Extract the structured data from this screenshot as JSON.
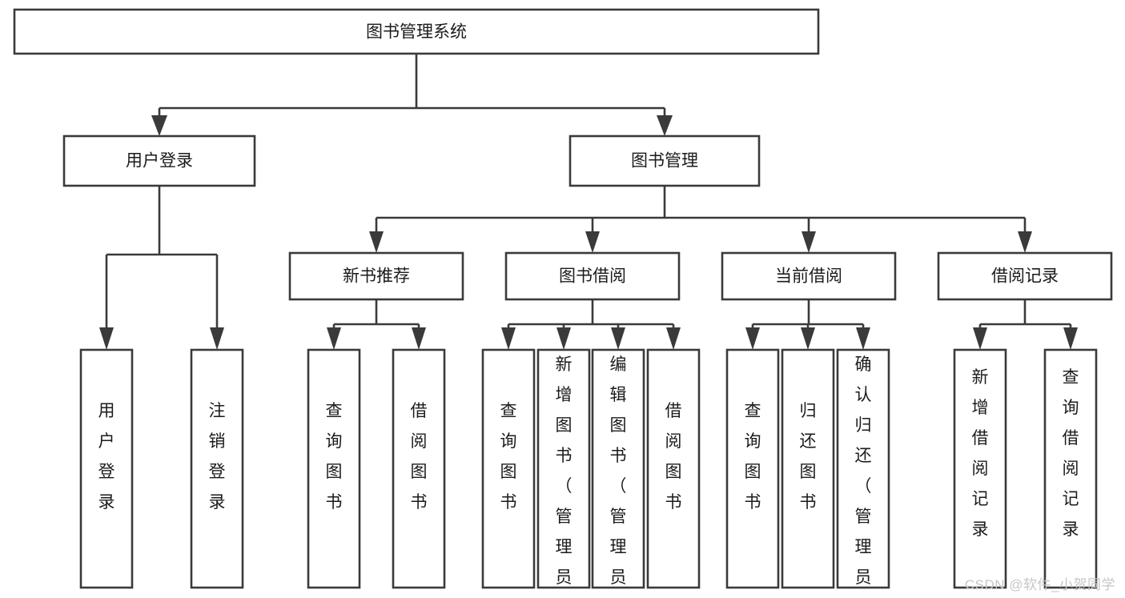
{
  "diagram": {
    "title": "图书管理系统",
    "type": "tree-hierarchy-diagram",
    "colors": {
      "stroke": "#3a3a3a",
      "box_fill": "#ffffff",
      "text": "#1b1b1b",
      "background": "#ffffff",
      "watermark": "#c6c6c6"
    },
    "root": {
      "label": "图书管理系统"
    },
    "level2": [
      {
        "label": "用户登录"
      },
      {
        "label": "图书管理"
      }
    ],
    "level3": [
      {
        "label": "新书推荐"
      },
      {
        "label": "图书借阅"
      },
      {
        "label": "当前借阅"
      },
      {
        "label": "借阅记录"
      }
    ],
    "leaves": {
      "user_login": [
        {
          "label": "用户登录"
        },
        {
          "label": "注销登录"
        }
      ],
      "new_book_recommend": [
        {
          "label": "查询图书"
        },
        {
          "label": "借阅图书"
        }
      ],
      "book_borrow": [
        {
          "label": "查询图书"
        },
        {
          "label": "新增图书（管理员）"
        },
        {
          "label": "编辑图书（管理员）"
        },
        {
          "label": "借阅图书"
        }
      ],
      "current_borrow": [
        {
          "label": "查询图书"
        },
        {
          "label": "归还图书"
        },
        {
          "label": "确认归还（管理员）"
        }
      ],
      "borrow_record": [
        {
          "label": "新增借阅记录"
        },
        {
          "label": "查询借阅记录"
        }
      ]
    }
  },
  "watermark": {
    "text": "CSDN @软件_小贺同学"
  }
}
